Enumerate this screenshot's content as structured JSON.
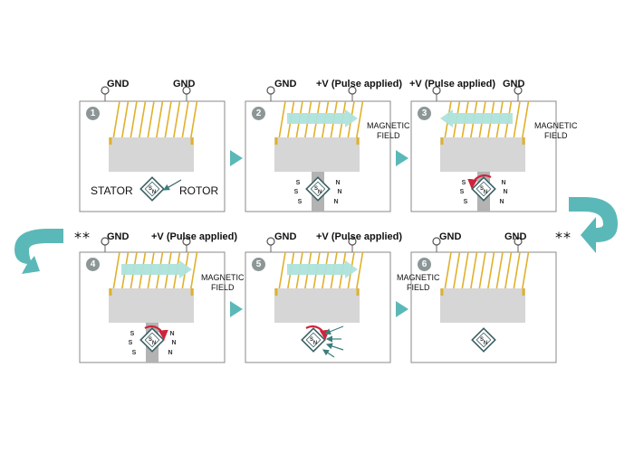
{
  "terminals": {
    "gnd": "GND",
    "vplus": "+V (Pulse applied)"
  },
  "magnetic_field": {
    "line1": "MAGNETIC",
    "line2": "FIELD"
  },
  "labels": {
    "stator": "STATOR",
    "rotor": "ROTOR",
    "north": "N",
    "south": "S"
  },
  "connector_marks": "**",
  "panels": [
    {
      "step": "1",
      "left_terminal": "GND",
      "right_terminal": "GND",
      "field_arrow": "none"
    },
    {
      "step": "2",
      "left_terminal": "GND",
      "right_terminal": "+V (Pulse applied)",
      "field_arrow": "right"
    },
    {
      "step": "3",
      "left_terminal": "+V (Pulse applied)",
      "right_terminal": "GND",
      "field_arrow": "left"
    },
    {
      "step": "4",
      "left_terminal": "GND",
      "right_terminal": "+V (Pulse applied)",
      "field_arrow": "right"
    },
    {
      "step": "5",
      "left_terminal": "GND",
      "right_terminal": "+V (Pulse applied)",
      "field_arrow": "right"
    },
    {
      "step": "6",
      "left_terminal": "GND",
      "right_terminal": "GND",
      "field_arrow": "none"
    }
  ],
  "colors": {
    "coil": "#e0b12c",
    "stator": "#d6d6d6",
    "shaft": "#b3b3b3",
    "teal": "#5bb8b8",
    "field_arrow": "#aee3dc",
    "rotation_arrow": "#d0223a",
    "panel_border": "#8a8a8a"
  }
}
